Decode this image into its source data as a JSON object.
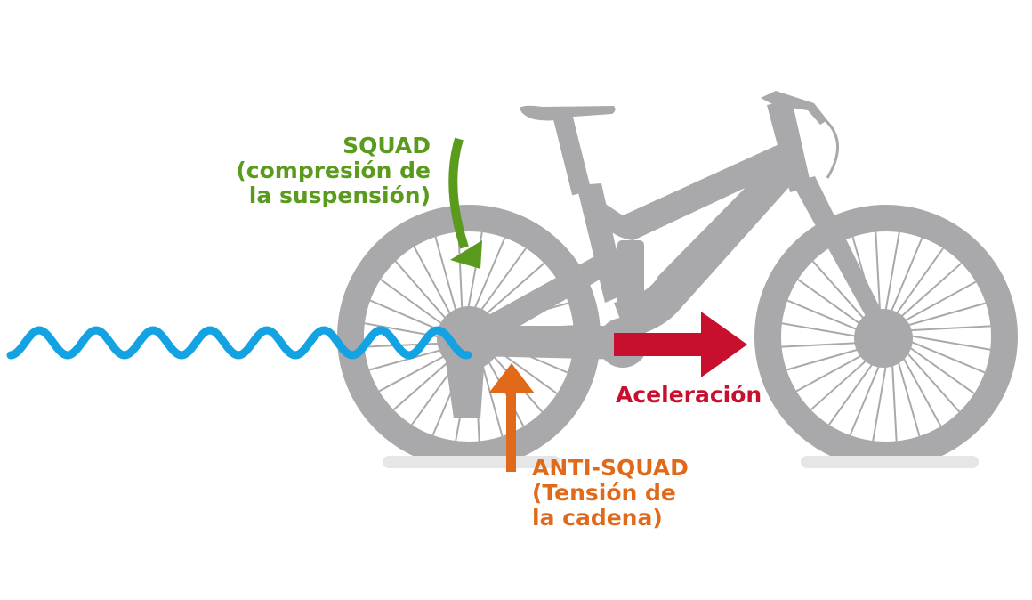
{
  "colors": {
    "bike": "#a9a9ab",
    "spokes": "#ffffff",
    "squad": "#5a9a1c",
    "anti_squad": "#e06a1a",
    "acceleration": "#c8102e",
    "wave": "#13a3e2"
  },
  "labels": {
    "squad": [
      "SQUAD",
      "(compresión de",
      "la suspensión)"
    ],
    "anti_squad": [
      "ANTI-SQUAD",
      "(Tensión de",
      "la cadena)"
    ],
    "acceleration": "Aceleración"
  },
  "icons": {
    "bike": "full-suspension-mountain-bike-silhouette",
    "wave": "sine-wave-icon",
    "squad_arrow": "curved-down-arrow-icon",
    "anti_squad_arrow": "up-arrow-icon",
    "acceleration_arrow": "right-arrow-icon"
  }
}
